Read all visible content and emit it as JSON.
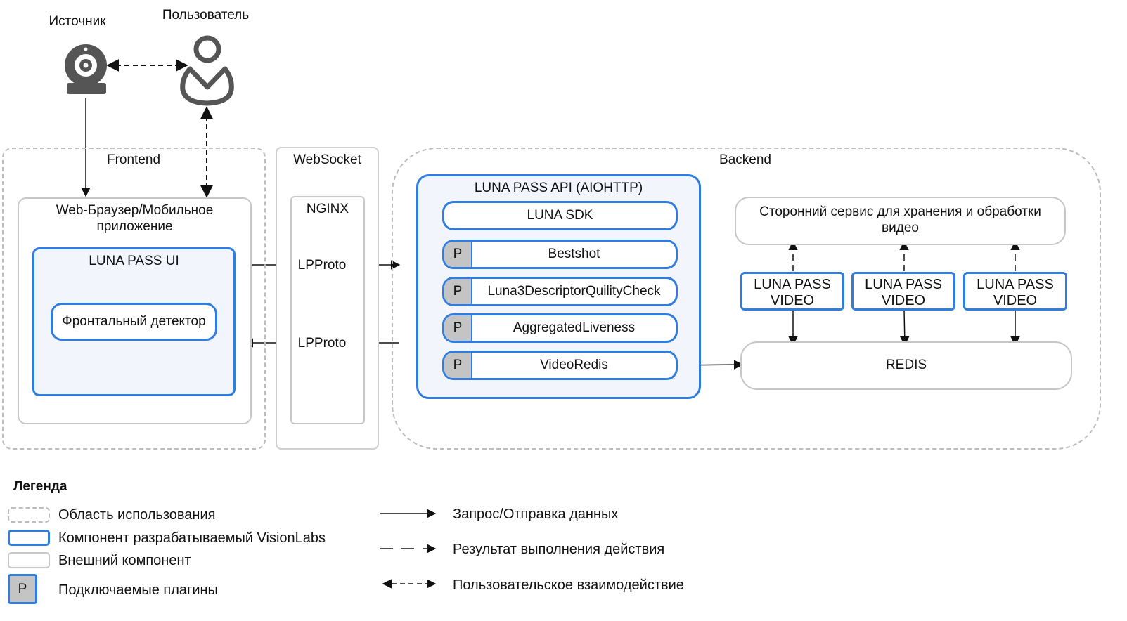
{
  "actors": {
    "source": "Источник",
    "user": "Пользователь"
  },
  "zones": {
    "frontend": "Frontend",
    "websocket": "WebSocket",
    "backend": "Backend"
  },
  "components": {
    "browser": "Web-Браузер/Мобильное приложение",
    "luna_pass_ui": "LUNA PASS UI",
    "front_detector": "Фронтальный детектор",
    "nginx": "NGINX",
    "api": "LUNA PASS API (AIOHTTP)",
    "sdk": "LUNA SDK",
    "plugins": [
      {
        "marker": "P",
        "name": "Bestshot"
      },
      {
        "marker": "P",
        "name": "Luna3DescriptorQuilityCheck"
      },
      {
        "marker": "P",
        "name": "AggregatedLiveness"
      },
      {
        "marker": "P",
        "name": "VideoRedis"
      }
    ],
    "third_party": "Сторонний сервис для хранения и обработки видео",
    "video_1": "LUNA PASS VIDEO",
    "video_2": "LUNA PASS VIDEO",
    "video_3": "LUNA PASS VIDEO",
    "redis": "REDIS"
  },
  "arrows": {
    "request": "LPProto",
    "response": "LPProto"
  },
  "legend": {
    "title": "Легенда",
    "scope": "Область использования",
    "visionlabs": "Компонент разрабатываемый VisionLabs",
    "external": "Внешний компонент",
    "plugin_marker": "P",
    "plugins": "Подключаемые плагины",
    "request": "Запрос/Отправка данных",
    "result": "Результат выполнения действия",
    "interaction": "Пользовательское взаимодействие"
  },
  "colors": {
    "vl_blue": "#2f7de1",
    "vl_fill": "#f2f5fc",
    "scope_gray": "#bdbdbd",
    "icon_gray": "#555555",
    "plugin_gray": "#c4c4c4"
  }
}
